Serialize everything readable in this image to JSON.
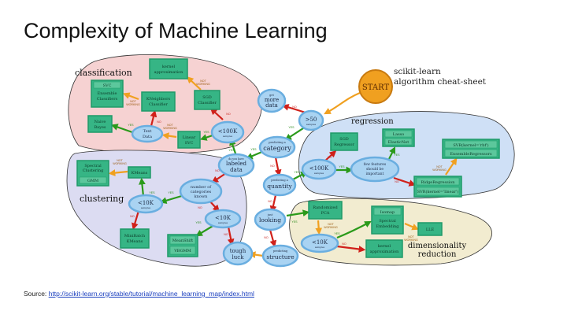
{
  "slide": {
    "title": "Complexity of Machine Learning",
    "source_label": "Source:",
    "source_url": "http://scikit-learn.org/stable/tutorial/machine_learning_map/index.html"
  },
  "cheatsheet": {
    "heading": [
      "scikit-learn",
      "algorithm cheat-sheet"
    ],
    "start": "START",
    "regions": {
      "classification": "classification",
      "clustering": "clustering",
      "regression": "regression",
      "dimensionality": [
        "dimensionality",
        "reduction"
      ]
    },
    "nodes": {
      "get_more_data": [
        "get",
        "more",
        "data"
      ],
      "gt50": [
        ">50",
        "samples"
      ],
      "category": [
        "predicting a",
        "category"
      ],
      "class_100k": [
        "<100K",
        "samples"
      ],
      "text_data": [
        "Text",
        "Data"
      ],
      "labeled": [
        "do you have",
        "labeled",
        "data"
      ],
      "num_categories": [
        "number of",
        "categories",
        "known"
      ],
      "clust_10k_a": [
        "<10K",
        "samples"
      ],
      "clust_10k_b": [
        "<10K",
        "samples"
      ],
      "quantity": [
        "predicting a",
        "quantity"
      ],
      "reg_100k": [
        "<100K",
        "samples"
      ],
      "few_features": [
        "few features",
        "should be",
        "important"
      ],
      "looking": [
        "just",
        "looking"
      ],
      "dim_10k": [
        "<10K",
        "samples"
      ],
      "tough_luck": [
        "tough",
        "luck"
      ],
      "structure": [
        "predicting",
        "structure"
      ]
    },
    "estimators": {
      "kernel_approx_class": [
        "kernel",
        "approximation"
      ],
      "svc": [
        "SVC",
        "Ensemble",
        "Classifiers"
      ],
      "kneighbors": [
        "KNeighbors",
        "Classifier"
      ],
      "sgd_classifier": [
        "SGD",
        "Classifier"
      ],
      "naive_bayes": [
        "Naive",
        "Bayes"
      ],
      "linear_svc": [
        "Linear",
        "SVC"
      ],
      "spectral_clustering": [
        "Spectral",
        "Clustering",
        "GMM"
      ],
      "kmeans": "KMeans",
      "minibatch": [
        "MiniBatch",
        "KMeans"
      ],
      "meanshift": [
        "MeanShift",
        "VBGMM"
      ],
      "sgd_regressor": [
        "SGD",
        "Regressor"
      ],
      "lasso": [
        "Lasso",
        "ElasticNet"
      ],
      "svr_rbf": [
        "SVR(kernel='rbf')",
        "EnsembleRegressors"
      ],
      "ridge": [
        "RidgeRegression",
        "SVR(kernel='linear')"
      ],
      "randomized_pca": [
        "Randomized",
        "PCA"
      ],
      "isomap": [
        "Isomap",
        "Spectral",
        "Embedding"
      ],
      "lle": "LLE",
      "kernel_approx_dim": [
        "kernel",
        "approximation"
      ]
    },
    "edge_labels": {
      "yes": "YES",
      "no": "NO",
      "not_working": [
        "NOT",
        "WORKING"
      ]
    },
    "colors": {
      "yes_arrow": "#2a9a1a",
      "no_arrow": "#d0201a",
      "not_working_arrow": "#f0a020",
      "classification_bg": "#f6d2d2",
      "clustering_bg": "#dcdcf2",
      "regression_bg": "#cfe0f6",
      "dimensionality_bg": "#f2ecd0",
      "estimator": "#36b585",
      "decision": "#a9d3f2",
      "start": "#f0a020"
    }
  }
}
